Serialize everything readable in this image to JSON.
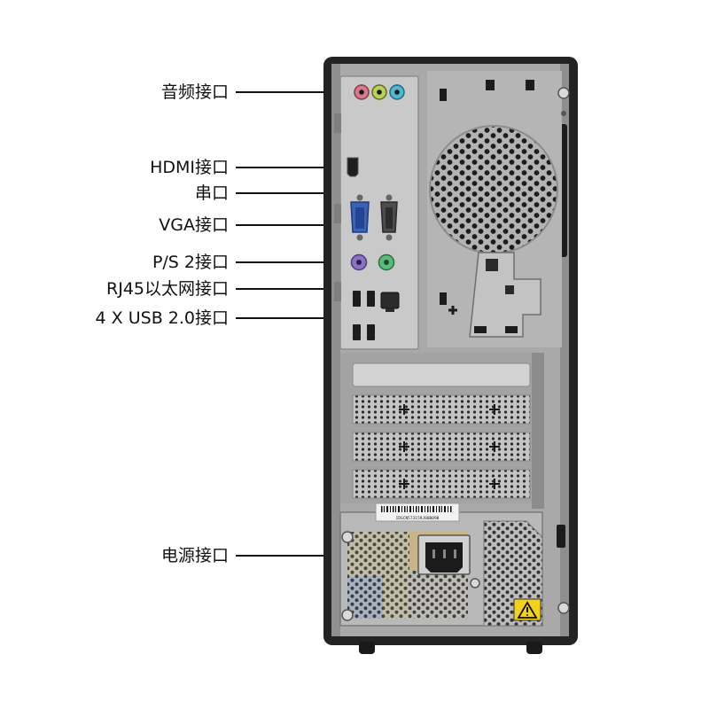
{
  "callouts": [
    {
      "id": "audio",
      "label": "音频接口"
    },
    {
      "id": "hdmi",
      "label": "HDMI接口"
    },
    {
      "id": "serial",
      "label": "串口"
    },
    {
      "id": "vga",
      "label": "VGA接口"
    },
    {
      "id": "ps2",
      "label": "P/S 2接口"
    },
    {
      "id": "rj45",
      "label": "RJ45以太网接口"
    },
    {
      "id": "usb",
      "label": "4 X USB 2.0接口"
    },
    {
      "id": "power",
      "label": "电源接口"
    }
  ],
  "barcode_text": "IDSCN57315RJ00B09B",
  "colors": {
    "case_frame": "#232323",
    "chassis_metal": "#b9b9b9",
    "io_shield": "#c9c9c9",
    "audio_pink": "#d9788a",
    "audio_green": "#b8cf5a",
    "audio_blue": "#4fb9d4",
    "vga_blue": "#3a62b8",
    "ps2_purple": "#8b72c4",
    "ps2_green": "#5dbb7a",
    "warning_yellow": "#f3d21c",
    "psu_blue": "#3f74c6",
    "psu_yellow": "#d9c64a"
  }
}
